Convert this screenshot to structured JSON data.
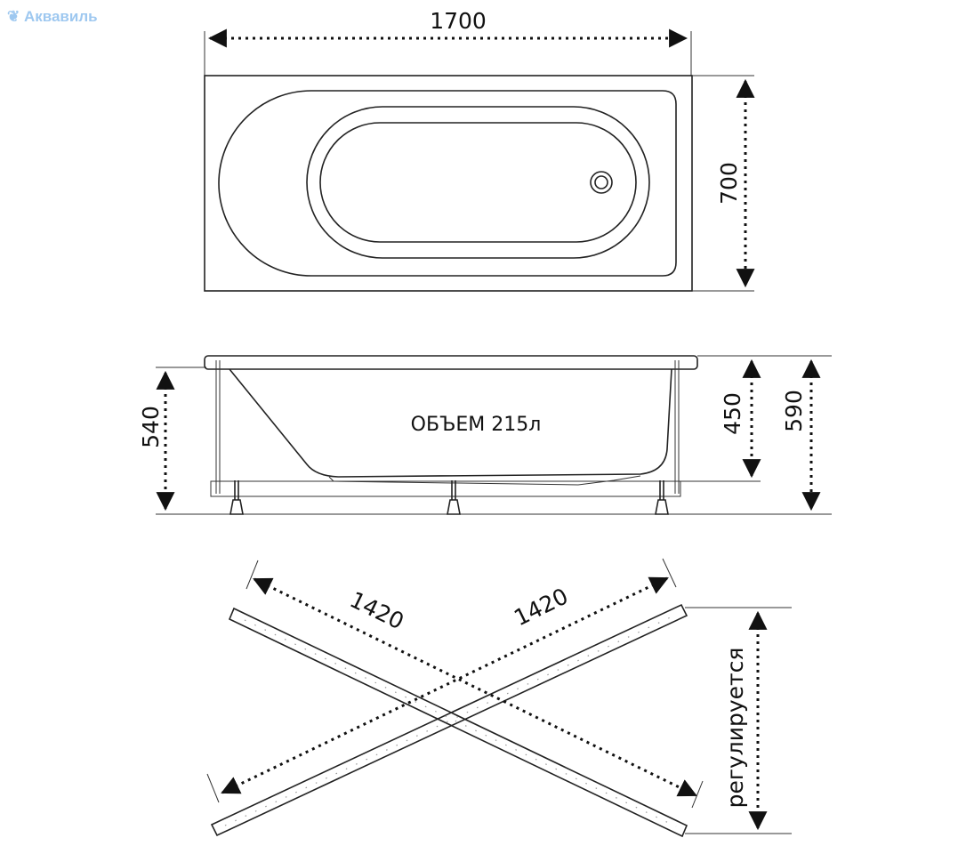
{
  "logo": {
    "text": "Аквавиль",
    "color": "#9ec8f0"
  },
  "top_view": {
    "length_label": "1700",
    "width_label": "700"
  },
  "side_view": {
    "volume_label": "ОБЪЕМ 215л",
    "height_total_label": "540",
    "depth_label": "450",
    "rim_height_label": "590"
  },
  "frame_view": {
    "diag1_label": "1420",
    "diag2_label": "1420",
    "adjustable_label": "регулируется"
  }
}
